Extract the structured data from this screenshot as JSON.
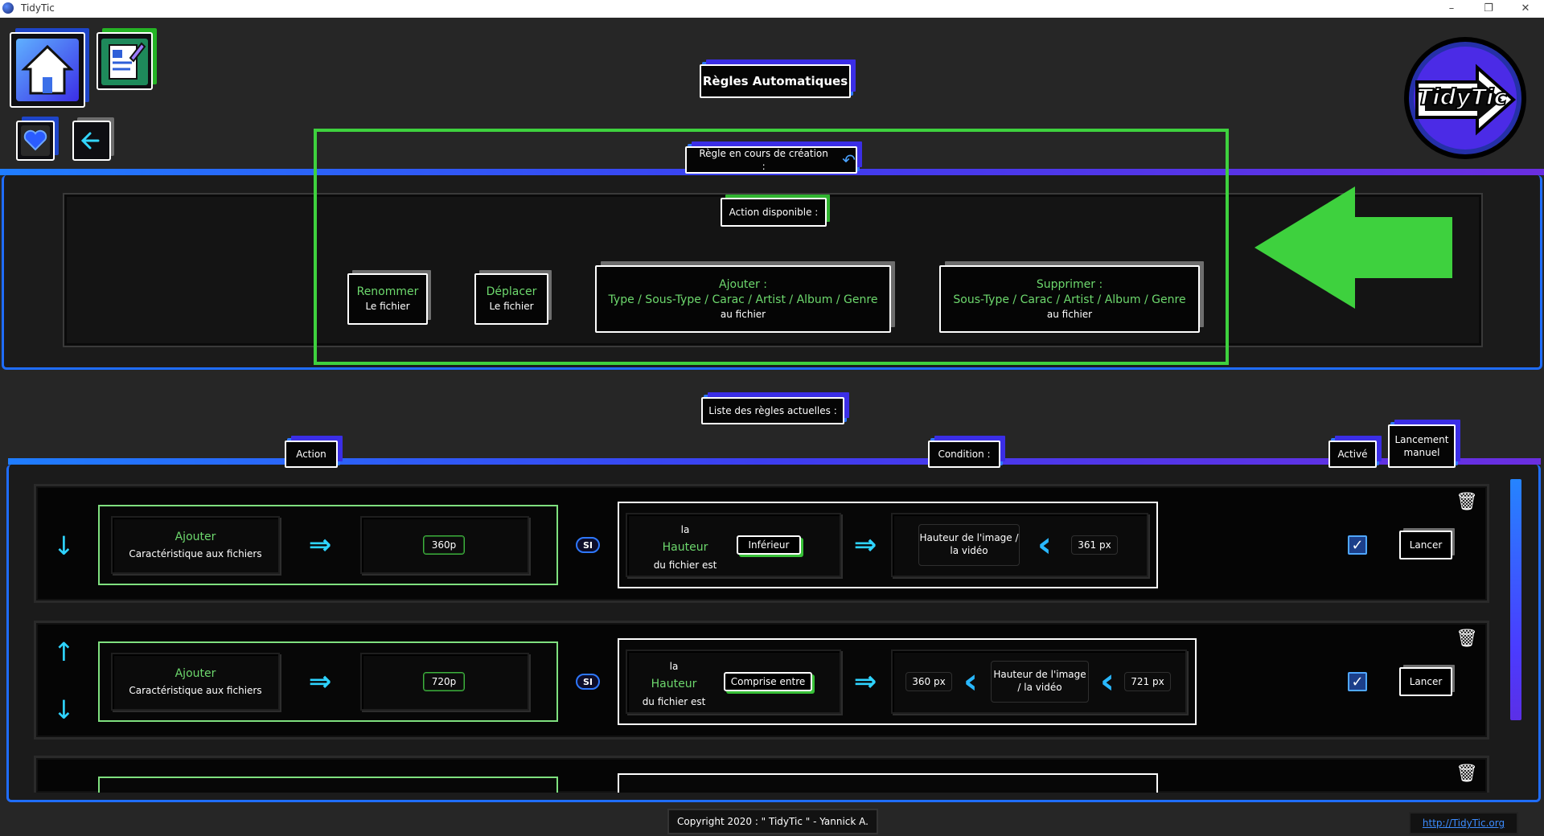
{
  "window": {
    "title": "TidyTic",
    "controls": [
      "–",
      "❐",
      "✕"
    ]
  },
  "nav": {
    "home_icon": "home-icon",
    "edit_icon": "edit-document-icon",
    "favorite_icon": "heart-icon",
    "back_icon": "arrow-left-icon"
  },
  "header": {
    "title": "Règles Automatiques"
  },
  "logo": {
    "text": "TidyTic"
  },
  "creation": {
    "label": "Règle en cours de création :",
    "available_label": "Action disponible :",
    "actions": [
      {
        "title": "Renommer",
        "subtitle": "Le fichier"
      },
      {
        "title": "Déplacer",
        "subtitle": "Le fichier"
      },
      {
        "title": "Ajouter :",
        "detail": "Type / Sous-Type / Carac / Artist / Album / Genre",
        "subtitle": "au fichier"
      },
      {
        "title": "Supprimer :",
        "detail": "Sous-Type / Carac / Artist / Album / Genre",
        "subtitle": "au fichier"
      }
    ]
  },
  "list": {
    "label": "Liste des règles actuelles :",
    "col_action": "Action",
    "col_condition": "Condition :",
    "col_active": "Activé",
    "col_manual": "Lancement manuel",
    "rules": [
      {
        "action_title": "Ajouter",
        "action_sub": "Caractéristique aux fichiers",
        "value": "360p",
        "si": "SI",
        "cond_la": "la",
        "cond_prop": "Hauteur",
        "cond_sub": "du fichier est",
        "operator": "Inférieur",
        "target": "Hauteur de l'image / la vidéo",
        "bound_high": "361 px",
        "launch": "Lancer"
      },
      {
        "action_title": "Ajouter",
        "action_sub": "Caractéristique aux fichiers",
        "value": "720p",
        "si": "SI",
        "cond_la": "la",
        "cond_prop": "Hauteur",
        "cond_sub": "du fichier est",
        "operator": "Comprise entre",
        "bound_low": "360 px",
        "target": "Hauteur de l'image / la vidéo",
        "bound_high": "721 px",
        "launch": "Lancer"
      }
    ]
  },
  "footer": {
    "copyright": "Copyright 2020 : \" TidyTic \" - Yannick A.",
    "url": "http://TidyTic.org"
  },
  "colors": {
    "accent_green": "#3ed13e",
    "accent_blue": "#1f7dff",
    "accent_purple": "#6a2ee0"
  }
}
